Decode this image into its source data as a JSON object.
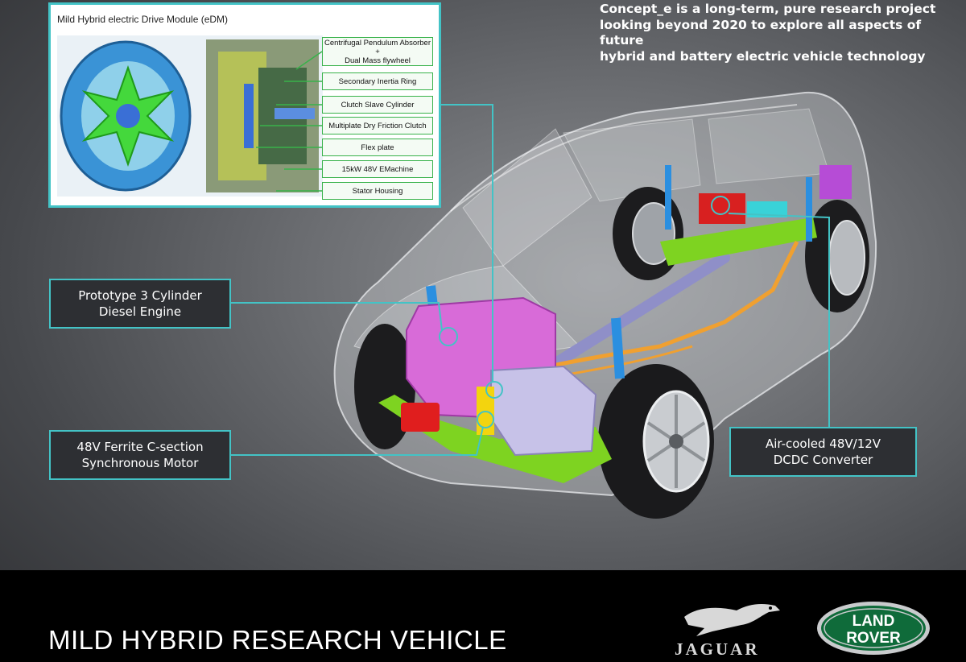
{
  "headline": {
    "lines": [
      "Concept_e is a long-term, pure research project",
      "looking beyond 2020 to explore all aspects of future",
      "hybrid and battery electric vehicle technology"
    ]
  },
  "inset": {
    "title": "Mild Hybrid electric Drive Module (eDM)",
    "labels": [
      {
        "line1": "Centrifugal Pendulum Absorber",
        "line2": "+",
        "line3": "Dual Mass flywheel"
      },
      {
        "text": "Secondary Inertia Ring"
      },
      {
        "text": "Clutch Slave Cylinder"
      },
      {
        "text": "Multiplate Dry Friction Clutch"
      },
      {
        "text": "Flex plate"
      },
      {
        "text": "15kW 48V EMachine"
      },
      {
        "text": "Stator Housing"
      }
    ]
  },
  "callouts": {
    "engine": {
      "line1": "Prototype 3 Cylinder",
      "line2": "Diesel Engine"
    },
    "motor": {
      "line1": "48V Ferrite C-section",
      "line2": "Synchronous Motor"
    },
    "dcdc": {
      "line1": "Air-cooled 48V/12V",
      "line2": "DCDC Converter"
    }
  },
  "footer": {
    "title": "MILD HYBRID RESEARCH VEHICLE",
    "jaguar_wordmark": "JAGUAR",
    "landrover_line1": "LAND",
    "landrover_line2": "ROVER"
  },
  "colors": {
    "accent_cyan": "#43c3c6",
    "engine_magenta": "#d86bd8",
    "frame_green": "#7ed321",
    "suspension_blue": "#2b8fe0",
    "landrover_green": "#0f6b3a"
  }
}
